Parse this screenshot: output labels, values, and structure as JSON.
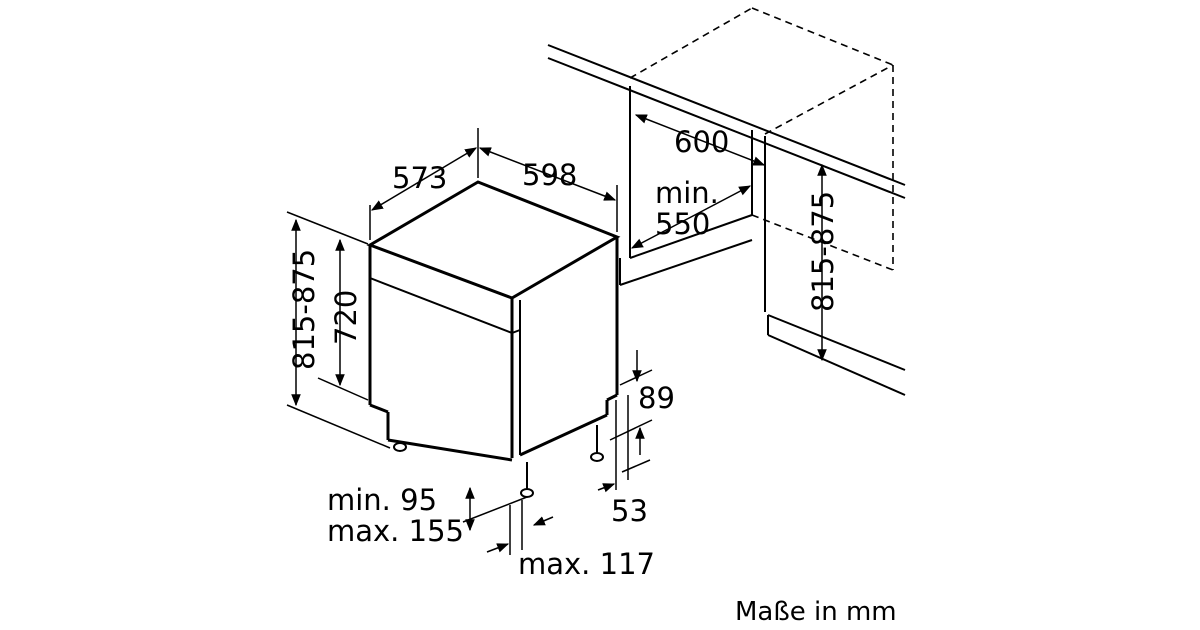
{
  "diagram": {
    "dimensions": {
      "depth": "573",
      "width": "598",
      "niche_width": "600",
      "niche_depth_min": "min.",
      "niche_depth_value": "550",
      "height_range_left": "815-875",
      "body_height": "720",
      "niche_height_range": "815-875",
      "plinth_height": "89",
      "plinth_depth": "53",
      "foot_min": "min. 95",
      "foot_max": "max. 155",
      "foot_offset": "max. 117"
    },
    "caption": "Maße in mm"
  }
}
